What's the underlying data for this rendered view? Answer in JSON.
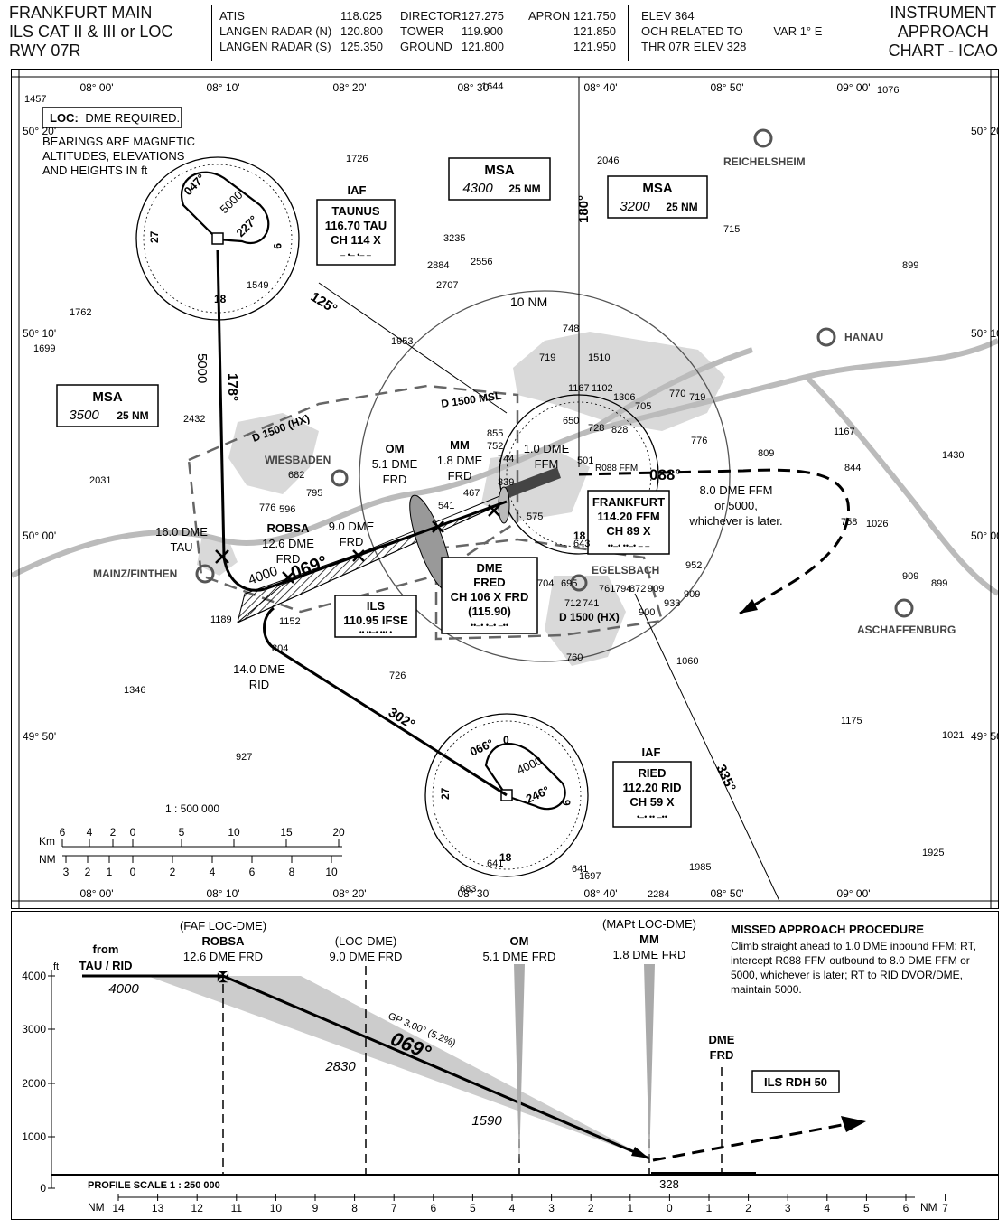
{
  "header": {
    "title_lines": [
      "FRANKFURT MAIN",
      "ILS CAT II & III or LOC",
      "RWY 07R"
    ],
    "freqs": [
      {
        "name": "ATIS",
        "value": "118.025",
        "name2": "DIRECTOR",
        "value2": "127.275",
        "name3": "APRON",
        "value3": "121.750"
      },
      {
        "name": "LANGEN RADAR (N)",
        "value": "120.800",
        "name2": "TOWER",
        "value2": "119.900",
        "name3": "",
        "value3": "121.850"
      },
      {
        "name": "LANGEN RADAR (S)",
        "value": "125.350",
        "name2": "GROUND",
        "value2": "121.800",
        "name3": "",
        "value3": "121.950"
      }
    ],
    "elev": "ELEV  364",
    "och": "OCH RELATED TO",
    "thr": "THR 07R  ELEV 328",
    "var": "VAR  1° E",
    "chart_type_lines": [
      "INSTRUMENT",
      "APPROACH",
      "CHART - ICAO"
    ]
  },
  "map": {
    "longitudes_top": [
      "08° 00'",
      "08° 10'",
      "08° 20'",
      "08° 30'",
      "08° 40'",
      "08° 50'",
      "09° 00'"
    ],
    "longitudes_bottom": [
      "08° 00'",
      "08° 10'",
      "08° 20'",
      "08° 30'",
      "08° 40'",
      "08° 50'",
      "09° 00'"
    ],
    "latitudes": [
      "50° 20'",
      "50° 10'",
      "50° 00'",
      "49° 50'"
    ],
    "notes": {
      "loc_label": "LOC:",
      "loc_text": "DME REQUIRED.",
      "bearing_lines": [
        "BEARINGS ARE MAGNETIC",
        "ALTITUDES, ELEVATIONS",
        "AND HEIGHTS IN ft"
      ]
    },
    "msa": [
      {
        "title": "MSA",
        "alt": "4300",
        "radius": "25 NM"
      },
      {
        "title": "MSA",
        "alt": "3200",
        "radius": "25 NM"
      },
      {
        "title": "MSA",
        "alt": "3500",
        "radius": "25 NM"
      }
    ],
    "taunus": {
      "iaf": "IAF",
      "name": "TAUNUS",
      "freq": "116.70 TAU",
      "ch": "CH 114  X",
      "morse": "– •–  •– –"
    },
    "ried": {
      "iaf": "IAF",
      "name": "RIED",
      "freq": "112.20 RID",
      "ch": "CH  59  X",
      "morse": "•–•  ••  –••"
    },
    "frankfurt": {
      "name": "FRANKFURT",
      "freq": "114.20 FFM",
      "ch": "CH  89  X",
      "morse": "••–•  ••–•  – –"
    },
    "dme_fred": {
      "title": "DME",
      "name": "FRED",
      "ch": "CH 106 X FRD",
      "freq": "(115.90)",
      "morse": "••–•  •–•  –••"
    },
    "ils": {
      "title": "ILS",
      "freq": "110.95 IFSE",
      "morse": "••  ••–•  •••  •"
    },
    "towns": [
      "REICHELSHEIM",
      "HANAU",
      "WIESBADEN",
      "MAINZ/FINTHEN",
      "EGELSBACH",
      "ASCHAFFENBURG"
    ],
    "elevations": [
      "1457",
      "1644",
      "1076",
      "1726",
      "2046",
      "715",
      "899",
      "3235",
      "2884",
      "2556",
      "2707",
      "1549",
      "1762",
      "1699",
      "1953",
      "748",
      "1510",
      "719",
      "1102",
      "1167",
      "1306",
      "770",
      "719",
      "705",
      "828",
      "650",
      "728",
      "855",
      "752",
      "744",
      "776",
      "809",
      "1167",
      "1430",
      "844",
      "2432",
      "2031",
      "682",
      "795",
      "776",
      "596",
      "501",
      "467",
      "339",
      "575",
      "541",
      "758",
      "1026",
      "643",
      "952",
      "909",
      "909",
      "899",
      "704",
      "695",
      "761",
      "794",
      "872",
      "909",
      "933",
      "712",
      "741",
      "900",
      "1189",
      "1152",
      "804",
      "726",
      "1346",
      "760",
      "1060",
      "1175",
      "1021",
      "927",
      "641",
      "641",
      "1697",
      "1985",
      "683",
      "2284",
      "1925"
    ],
    "labels": {
      "d1500hx_1": "D 1500 (HX)",
      "d1500msl": "D 1500 MSL",
      "d1500hx_2": "D 1500 (HX)",
      "ten_nm": "10 NM",
      "om": [
        "OM",
        "5.1 DME",
        "FRD"
      ],
      "mm": [
        "MM",
        "1.8 DME",
        "FRD"
      ],
      "dme1": [
        "1.0 DME",
        "FFM"
      ],
      "r088": "R088 FFM",
      "robsa": [
        "ROBSA",
        "12.6 DME",
        "FRD"
      ],
      "dme9": [
        "9.0 DME",
        "FRD"
      ],
      "dme16": [
        "16.0 DME",
        "TAU"
      ],
      "dme14": [
        "14.0 DME",
        "RID"
      ],
      "dme8": [
        "8.0 DME FFM",
        "or 5000,",
        "whichever is later."
      ],
      "course_069": "069°",
      "course_088": "088°",
      "course_178": "178°",
      "course_125": "125°",
      "course_302": "302°",
      "course_335": "335°",
      "course_180": "180°",
      "alt_5000": "5000",
      "alt_4000": "4000",
      "hold_taunus": [
        "047°",
        "227°",
        "5000"
      ],
      "hold_ried": [
        "066°",
        "246°",
        "4000"
      ],
      "compass": [
        "0",
        "9",
        "18",
        "27"
      ],
      "scale": "1 : 500 000",
      "km": "Km",
      "nm": "NM",
      "km_ticks": [
        "6",
        "4",
        "2",
        "0",
        "5",
        "10",
        "15",
        "20"
      ],
      "nm_ticks": [
        "3",
        "2",
        "1",
        "0",
        "2",
        "4",
        "6",
        "8",
        "10"
      ]
    }
  },
  "profile": {
    "from": [
      "from",
      "TAU / RID"
    ],
    "alt_4000": "4000",
    "faf": [
      "(FAF LOC-DME)",
      "ROBSA",
      "12.6 DME FRD"
    ],
    "loc_dme": [
      "(LOC-DME)",
      "9.0 DME FRD"
    ],
    "om": [
      "OM",
      "5.1 DME FRD"
    ],
    "mapt": [
      "(MAPt LOC-DME)",
      "MM",
      "1.8 DME FRD"
    ],
    "dme_frd": [
      "DME",
      "FRD"
    ],
    "ils_rdh": "ILS RDH 50",
    "gp": "GP 3.00° (5.2%)",
    "course": "069°",
    "alt_2830": "2830",
    "alt_1590": "1590",
    "thr": "328",
    "scale": "PROFILE  SCALE 1 : 250  000",
    "ft": "ft",
    "y_ticks": [
      "4000",
      "3000",
      "2000",
      "1000",
      "0"
    ],
    "nm_label": "NM",
    "nm_ticks": [
      "14",
      "13",
      "12",
      "11",
      "10",
      "9",
      "8",
      "7",
      "6",
      "5",
      "4",
      "3",
      "2",
      "1",
      "0",
      "1",
      "2",
      "3",
      "4",
      "5",
      "6",
      "7"
    ],
    "map_title": "MISSED APPROACH PROCEDURE",
    "map_text": [
      "Climb straight ahead to 1.0 DME inbound FFM; RT,",
      "intercept R088 FFM outbound to 8.0 DME FFM or",
      "5000, whichever is later; RT to RID DVOR/DME,",
      "maintain 5000."
    ]
  }
}
